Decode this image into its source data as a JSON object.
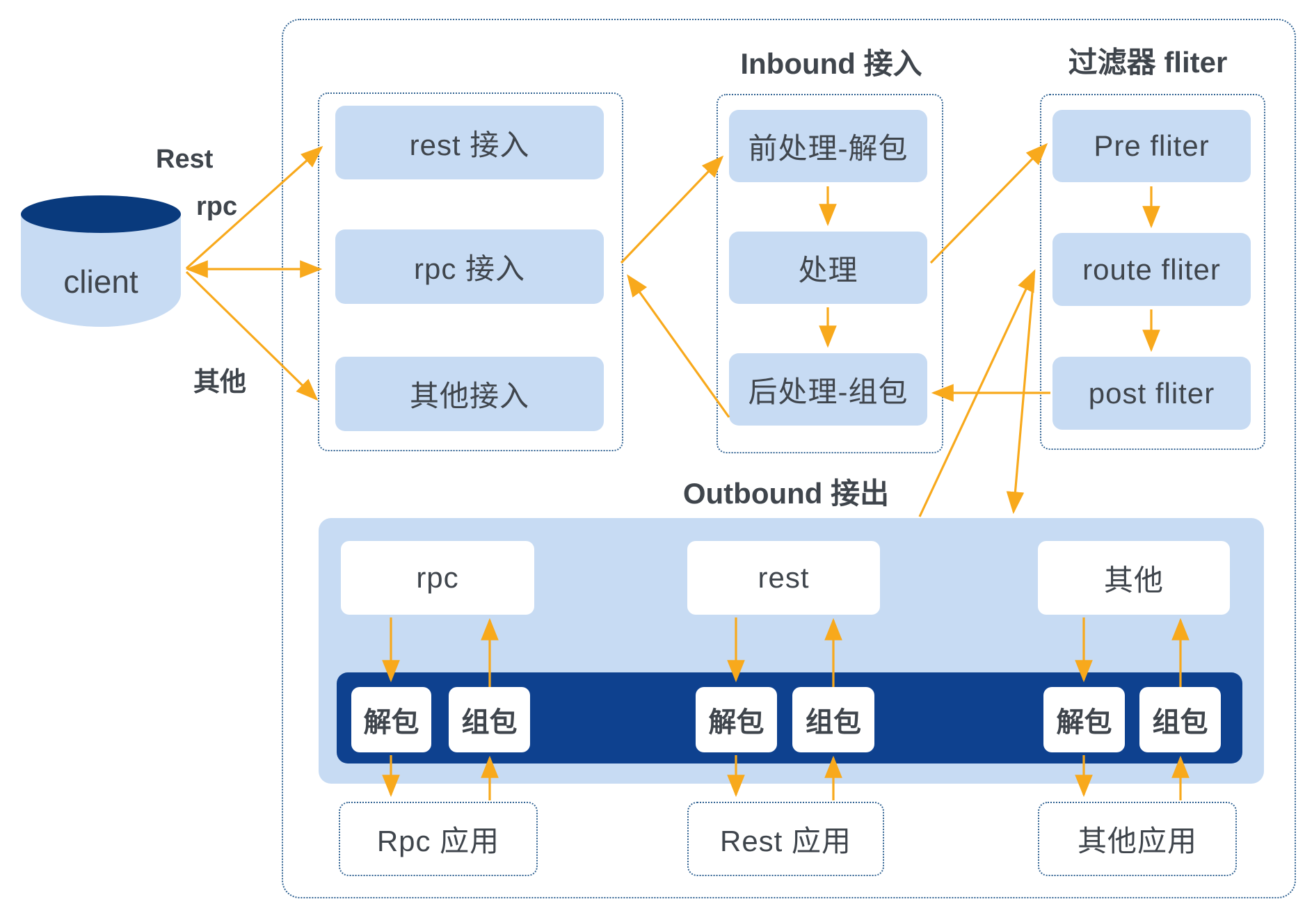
{
  "theme": {
    "accent": "#F8A91C",
    "navy_bar": "#0E418F",
    "cylinder_top": "#093A7D",
    "node_blue": "#C7DBF3",
    "dash_border": "#2F6191",
    "text": "#3F454C"
  },
  "client": {
    "label": "client"
  },
  "edge_labels": {
    "rest": "Rest",
    "rpc": "rpc",
    "other": "其他"
  },
  "access": {
    "items": [
      "rest 接入",
      "rpc 接入",
      "其他接入"
    ]
  },
  "inbound": {
    "title": "Inbound 接入",
    "items": [
      "前处理-解包",
      "处理",
      "后处理-组包"
    ]
  },
  "filter": {
    "title": "过滤器 fliter",
    "items": [
      "Pre fliter",
      "route fliter",
      "post fliter"
    ]
  },
  "outbound": {
    "title": "Outbound 接出",
    "channels": [
      {
        "label": "rpc",
        "unpack": "解包",
        "pack": "组包",
        "app": "Rpc 应用"
      },
      {
        "label": "rest",
        "unpack": "解包",
        "pack": "组包",
        "app": "Rest 应用"
      },
      {
        "label": "其他",
        "unpack": "解包",
        "pack": "组包",
        "app": "其他应用"
      }
    ]
  }
}
